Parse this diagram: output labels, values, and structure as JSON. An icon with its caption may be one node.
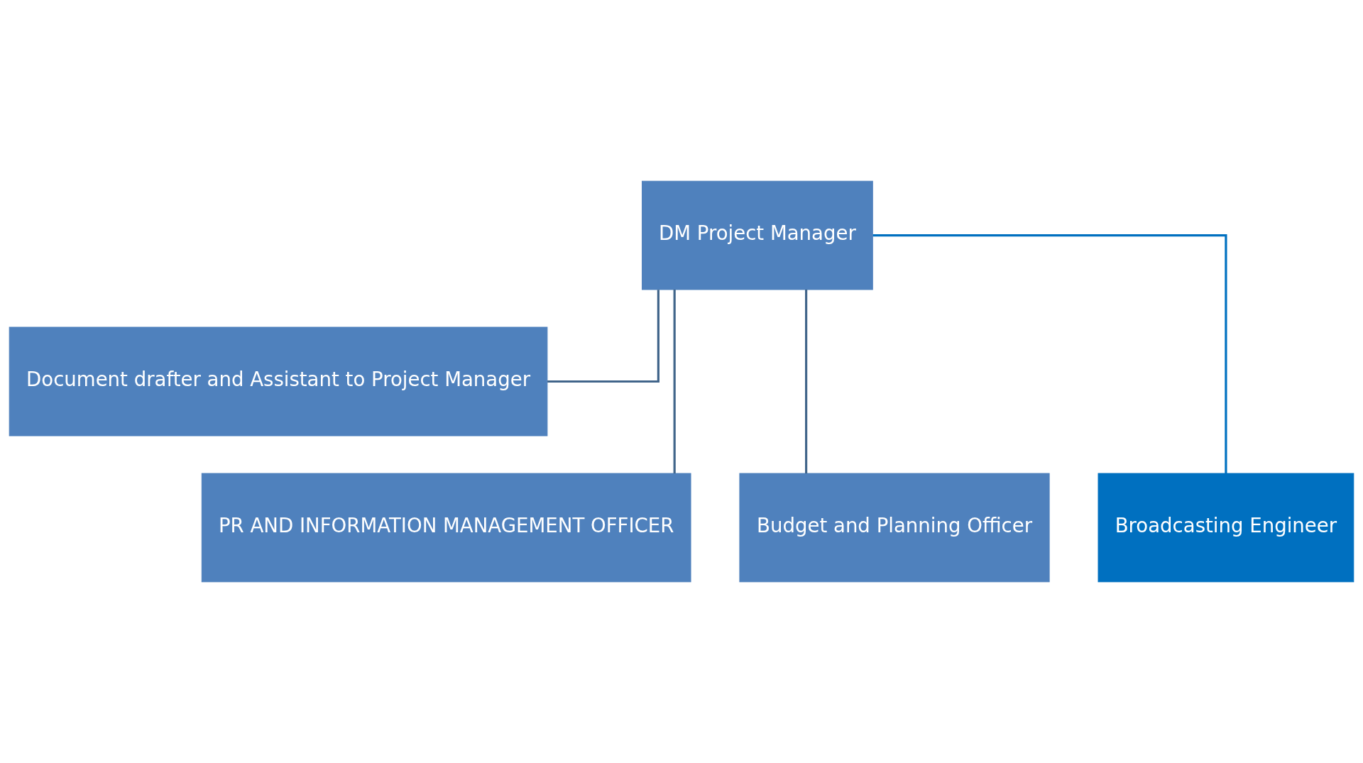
{
  "diagram": {
    "nodes": [
      {
        "text": [
          "DM Project Manager"
        ]
      },
      {
        "text": [
          "Document drafter and Assistant to Project Manager"
        ]
      },
      {
        "text": [
          "PR AND INFORMATION MANAGEMENT OFFICER"
        ]
      },
      {
        "text": [
          "Budget and Planning Officer"
        ]
      },
      {
        "text": [
          "Broadcasting Engineer"
        ]
      }
    ],
    "edges": [
      {
        "from": 0,
        "to": 1,
        "arrow": "none"
      },
      {
        "from": 0,
        "to": 2,
        "arrow": "none"
      },
      {
        "from": 0,
        "to": 3,
        "arrow": "none"
      },
      {
        "from": 0,
        "to": 4,
        "arrow": "none",
        "color": "#0070c0"
      }
    ]
  }
}
